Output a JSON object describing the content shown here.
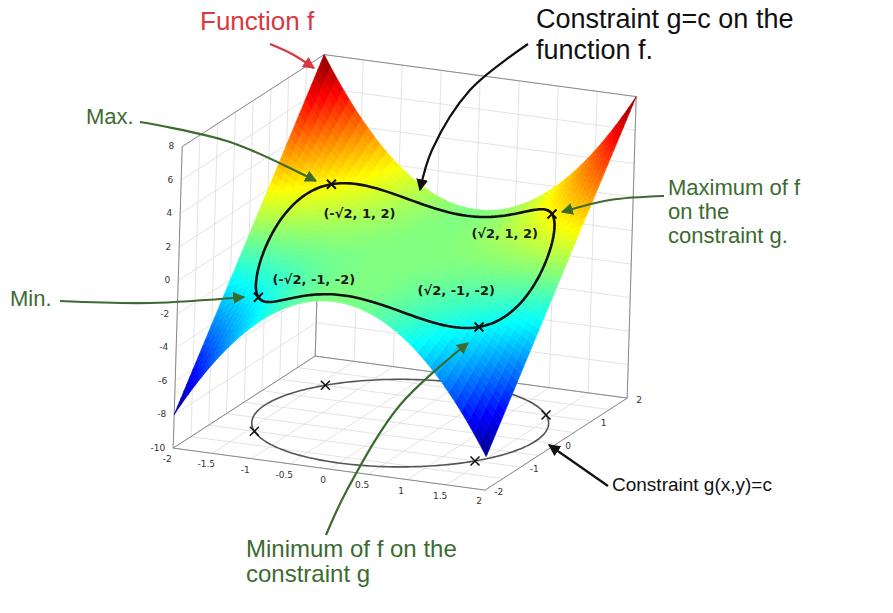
{
  "diagram": {
    "labels": [
      "Function f",
      "Constraint g=c on the function f.",
      "Max.",
      "(-√2, 1, 2)",
      "(√2, 1, 2)",
      "Maximum of f on the constraint g.",
      "Min.",
      "(-√2, -1, -2)",
      "(√2, -1, -2)",
      "Minimum of f on the constraint g",
      "Constraint g(x,y)=c",
      "-10",
      "-8",
      "-6",
      "-4",
      "-2",
      "0",
      "2",
      "4",
      "6",
      "8",
      "-2",
      "-1.5",
      "-1",
      "-0.5",
      "0",
      "0.5",
      "1",
      "1.5",
      "2",
      "-2",
      "-1",
      "0",
      "1",
      "2"
    ]
  }
}
